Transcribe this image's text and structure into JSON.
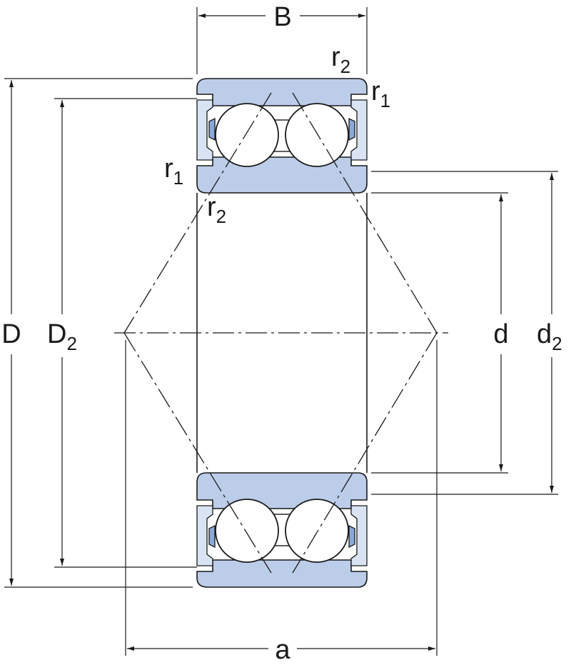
{
  "colors": {
    "ring_fill": "#bccde9",
    "seal_fill": "#d8e3f3",
    "seal_accent": "#8aa8d8",
    "line": "#1a1a1a",
    "background": "#ffffff"
  },
  "labels": {
    "B": "B",
    "D": "D",
    "D2_main": "D",
    "D2_sub": "2",
    "d": "d",
    "d2_main": "d",
    "d2_sub": "2",
    "a": "a",
    "r1_main": "r",
    "r1_sub": "1",
    "r2_main": "r",
    "r2_sub": "2"
  }
}
